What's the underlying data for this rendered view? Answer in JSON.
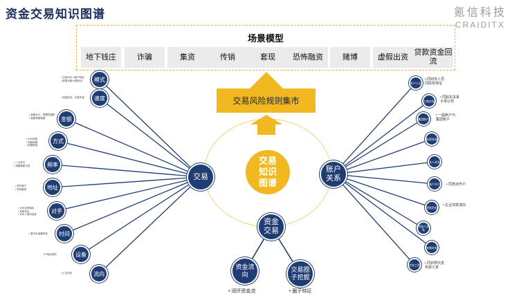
{
  "page_title": "资金交易知识图谱",
  "logo": {
    "cn": "氪信科技",
    "en": "CRAIDITX"
  },
  "scene_model": {
    "title": "场景模型",
    "items": [
      "地下钱庄",
      "诈骗",
      "集资",
      "传销",
      "套现",
      "恐怖融资",
      "赌博",
      "虚假出资",
      "贷款资金回流"
    ]
  },
  "rules_label": "交易风险规则集市",
  "center_label": "交易知识图谱",
  "hubs": {
    "transaction": "交易",
    "account": "账户关系",
    "fund": "资金交易"
  },
  "left_nodes": [
    {
      "label": "模式",
      "notes": [
        "交易对手人账户特征",
        "单笔对象/分散转出"
      ]
    },
    {
      "label": "速度",
      "notes": [
        "快进快出，过渡不留"
      ]
    },
    {
      "label": "金额",
      "notes": [
        "金额巨大，规模性整数",
        "金额零散程度"
      ]
    },
    {
      "label": "方式",
      "notes": [
        "ATM存取",
        "网银转账",
        "柜面取现"
      ]
    },
    {
      "label": "频率",
      "notes": [
        "一日多次",
        "短期频繁交易"
      ]
    },
    {
      "label": "地址",
      "notes": [
        "境外账户",
        "异地取现"
      ]
    },
    {
      "label": "对手",
      "notes": [
        "对手名称相似",
        "关联关系",
        "对手人身份信息"
      ]
    },
    {
      "label": "时间",
      "notes": [
        "集中在凌晨时段"
      ]
    },
    {
      "label": "设备",
      "notes": [
        "IP地址相同"
      ]
    },
    {
      "label": "流向",
      "notes": [
        "汇总流向"
      ]
    }
  ],
  "right_nodes": [
    {
      "label": "开户人员",
      "notes": [
        "同财务人员",
        "同财务地址"
      ]
    },
    {
      "label": "工商关系",
      "notes": [
        "同股东关系",
        "子母公司"
      ]
    },
    {
      "label": "集团账户",
      "notes": [
        "一般账户与",
        "集团账户"
      ]
    },
    {
      "label": "担保关系",
      "notes": []
    },
    {
      "label": "法人关系",
      "notes": []
    },
    {
      "label": "账户开户",
      "notes": [
        "同地点开户"
      ]
    },
    {
      "label": "贷款资金",
      "notes": [
        "企业贷款流向"
      ]
    },
    {
      "label": "受益人关系",
      "notes": []
    },
    {
      "label": "亲属关系",
      "notes": []
    },
    {
      "label": "代发工资",
      "notes": [
        "同护照代发",
        "年龄工资"
      ]
    }
  ],
  "fund_children": [
    {
      "label": "资金流向",
      "note": "闭环资金流"
    },
    {
      "label": "交易圈子挖掘",
      "note": "圈子特征"
    }
  ],
  "colors": {
    "navy": "#1f3d73",
    "gold": "#f2b820",
    "line": "#1f3d73"
  }
}
